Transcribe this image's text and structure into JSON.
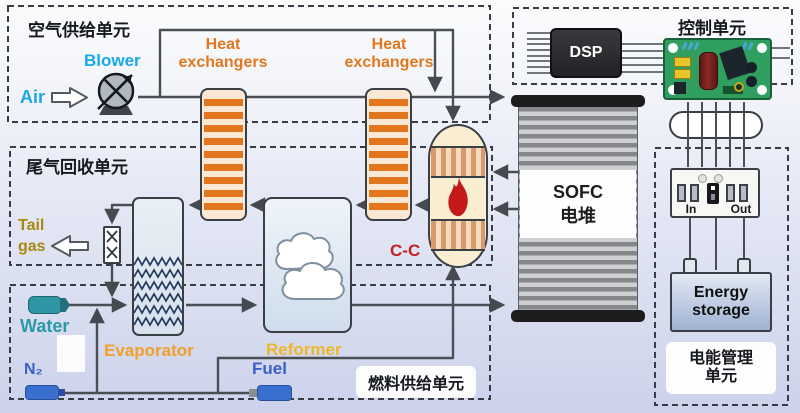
{
  "units": {
    "air_supply": {
      "label": "空气供给单元"
    },
    "control": {
      "label": "控制单元"
    },
    "tail_gas_recovery": {
      "label": "尾气回收单元"
    },
    "fuel_supply": {
      "label": "燃料供给单元"
    },
    "power_management": {
      "label": "电能管理单元"
    }
  },
  "components": {
    "air": {
      "label": "Air"
    },
    "blower": {
      "label": "Blower"
    },
    "heat_exchanger_1": {
      "label": "Heat exchangers"
    },
    "heat_exchanger_2": {
      "label": "Heat exchangers"
    },
    "dsp": {
      "label": "DSP"
    },
    "sofc_stack": {
      "label_line1": "SOFC",
      "label_line2": "电堆"
    },
    "catalytic_combustor": {
      "label": "C-C"
    },
    "tail_gas": {
      "label": "Tail gas"
    },
    "water": {
      "label": "Water"
    },
    "nitrogen": {
      "label": "N₂"
    },
    "evaporator": {
      "label": "Evaporator"
    },
    "reformer": {
      "label": "Reformer"
    },
    "fuel": {
      "label": "Fuel"
    },
    "energy_storage": {
      "label": "Energy storage"
    },
    "power_io": {
      "in_label": "In",
      "out_label": "Out"
    }
  },
  "colors": {
    "hx_stripe": "#e2761e",
    "hx_label": "#e07820",
    "cyan_label": "#1ba8e8",
    "tail_gas_label": "#a8890f",
    "water_label": "#2a9aa8",
    "blue_label": "#3a5fc8",
    "evaporator_label": "#f0a028",
    "reformer_label": "#eeb62e",
    "cc_label": "#c42020",
    "flame": "#c41a1a",
    "pcb_green": "#2f9e5f",
    "line": "#4a4f55"
  }
}
